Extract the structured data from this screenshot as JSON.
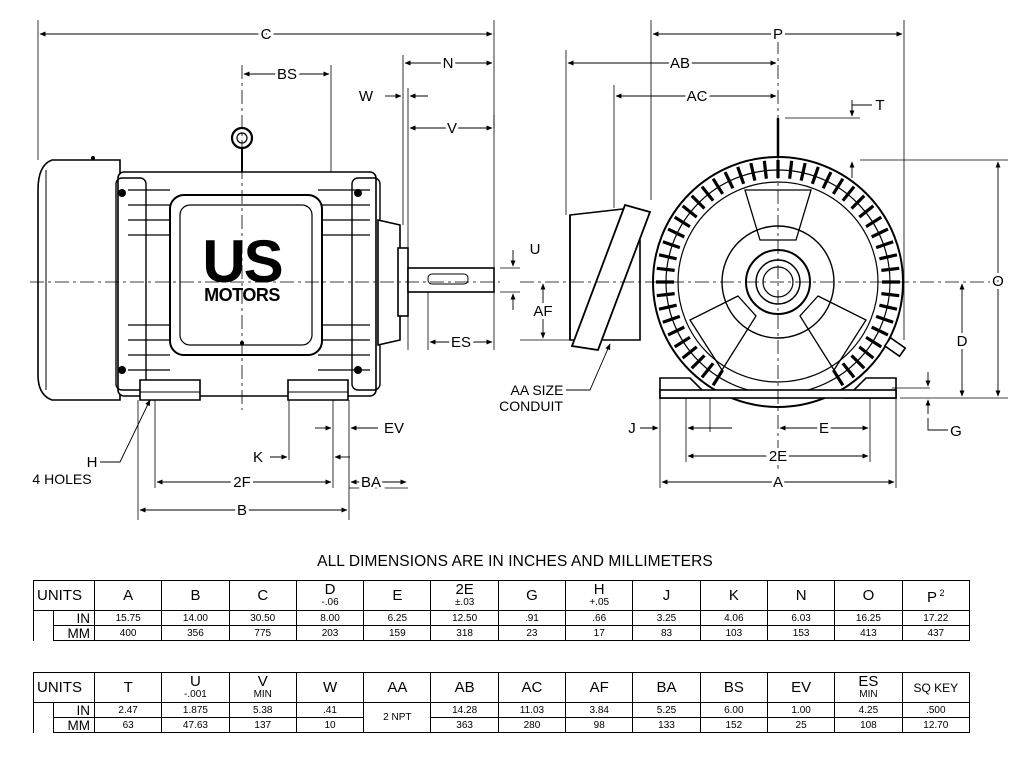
{
  "brand": {
    "line1": "US",
    "line2": "MOTORS"
  },
  "dimension_labels": {
    "C": "C",
    "BS": "BS",
    "N": "N",
    "W": "W",
    "V": "V",
    "U": "U",
    "AF": "AF",
    "ES": "ES",
    "EV": "EV",
    "K": "K",
    "BA": "BA",
    "F2": "2F",
    "B": "B",
    "H": "H",
    "P": "P",
    "AB": "AB",
    "AC": "AC",
    "T": "T",
    "O": "O",
    "D": "D",
    "G": "G",
    "J": "J",
    "E": "E",
    "E2": "2E",
    "A": "A"
  },
  "notes": {
    "holes": "4 HOLES",
    "aa1": "AA SIZE",
    "aa2": "CONDUIT"
  },
  "heading": "ALL DIMENSIONS ARE IN INCHES AND MILLIMETERS",
  "table1": {
    "units_label": "UNITS",
    "headers": [
      {
        "main": "A",
        "sub": ""
      },
      {
        "main": "B",
        "sub": ""
      },
      {
        "main": "C",
        "sub": ""
      },
      {
        "main": "D",
        "sub": "-.06"
      },
      {
        "main": "E",
        "sub": ""
      },
      {
        "main": "2E",
        "sub": "±.03"
      },
      {
        "main": "G",
        "sub": ""
      },
      {
        "main": "H",
        "sub": "+.05"
      },
      {
        "main": "J",
        "sub": ""
      },
      {
        "main": "K",
        "sub": ""
      },
      {
        "main": "N",
        "sub": ""
      },
      {
        "main": "O",
        "sub": ""
      },
      {
        "main": "P",
        "sub": "",
        "sup": "2"
      }
    ],
    "rows": [
      {
        "unit": "IN",
        "values": [
          "15.75",
          "14.00",
          "30.50",
          "8.00",
          "6.25",
          "12.50",
          ".91",
          ".66",
          "3.25",
          "4.06",
          "6.03",
          "16.25",
          "17.22"
        ]
      },
      {
        "unit": "MM",
        "values": [
          "400",
          "356",
          "775",
          "203",
          "159",
          "318",
          "23",
          "17",
          "83",
          "103",
          "153",
          "413",
          "437"
        ]
      }
    ]
  },
  "table2": {
    "units_label": "UNITS",
    "headers": [
      {
        "main": "T",
        "sub": ""
      },
      {
        "main": "U",
        "sub": "-.001"
      },
      {
        "main": "V",
        "sub": "MIN"
      },
      {
        "main": "W",
        "sub": ""
      },
      {
        "main": "AA",
        "sub": ""
      },
      {
        "main": "AB",
        "sub": ""
      },
      {
        "main": "AC",
        "sub": ""
      },
      {
        "main": "AF",
        "sub": ""
      },
      {
        "main": "BA",
        "sub": ""
      },
      {
        "main": "BS",
        "sub": ""
      },
      {
        "main": "EV",
        "sub": ""
      },
      {
        "main": "ES",
        "sub": "MIN"
      },
      {
        "main": "SQ KEY",
        "sub": ""
      }
    ],
    "aa_value": "2 NPT",
    "rows": [
      {
        "unit": "IN",
        "values": [
          "2.47",
          "1.875",
          "5.38",
          ".41",
          "",
          "14.28",
          "11.03",
          "3.84",
          "5.25",
          "6.00",
          "1.00",
          "4.25",
          ".500"
        ]
      },
      {
        "unit": "MM",
        "values": [
          "63",
          "47.63",
          "137",
          "10",
          "",
          "363",
          "280",
          "98",
          "133",
          "152",
          "25",
          "108",
          "12.70"
        ]
      }
    ]
  }
}
